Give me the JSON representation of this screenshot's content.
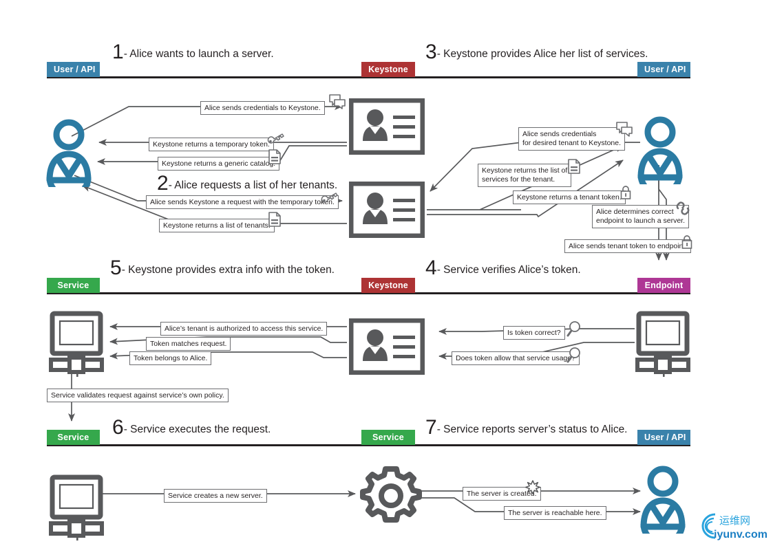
{
  "diagram": {
    "title": "OpenStack Keystone authentication flow",
    "colors": {
      "user_api": "#3a82ab",
      "keystone": "#ad3334",
      "service": "#35a84c",
      "endpoint": "#ae3795",
      "line": "#58595b",
      "text": "#231f20"
    }
  },
  "rows": [
    {
      "id": "row-1",
      "badges": [
        {
          "label": "User / API",
          "kind": "user"
        },
        {
          "label": "Keystone",
          "kind": "keystone"
        },
        {
          "label": "User / API",
          "kind": "user"
        }
      ],
      "steps": [
        {
          "num": "1",
          "text": "- Alice wants to launch a server."
        },
        {
          "num": "3",
          "text": "- Keystone provides Alice her list of services."
        },
        {
          "num": "2",
          "text": "- Alice requests a list of her tenants."
        }
      ],
      "messages": [
        {
          "text": "Alice sends credentials to Keystone.",
          "icon": "speech-bubbles-icon"
        },
        {
          "text": "Keystone returns a temporary token.",
          "icon": "key-icon"
        },
        {
          "text": "Keystone returns a generic catalog.",
          "icon": "document-icon"
        },
        {
          "text": "Alice sends Keystone a request with the temporary token.",
          "icon": "key-icon"
        },
        {
          "text": "Keystone returns a list of tenants.",
          "icon": "document-icon"
        },
        {
          "text": "Alice sends credentials",
          "text2": "for desired tenant to Keystone.",
          "icon": "speech-bubbles-icon"
        },
        {
          "text": "Keystone returns the list of",
          "text2": "services for the tenant.",
          "icon": "document-icon"
        },
        {
          "text": "Keystone returns a tenant token.",
          "icon": "lock-icon"
        },
        {
          "text": "Alice determines correct",
          "text2": "endpoint to launch a server.",
          "icon": "chain-link-icon"
        },
        {
          "text": "Alice sends tenant token to endpoint.",
          "icon": "lock-icon"
        }
      ]
    },
    {
      "id": "row-2",
      "badges": [
        {
          "label": "Service",
          "kind": "service"
        },
        {
          "label": "Keystone",
          "kind": "keystone"
        },
        {
          "label": "Endpoint",
          "kind": "endpoint"
        }
      ],
      "steps": [
        {
          "num": "5",
          "text": "- Keystone provides extra info with the token."
        },
        {
          "num": "4",
          "text": "- Service verifies Alice’s token."
        }
      ],
      "messages": [
        {
          "text": "Alice’s tenant is authorized to access this service."
        },
        {
          "text": "Token matches request."
        },
        {
          "text": "Token belongs to Alice."
        },
        {
          "text": "Service validates request against service’s own policy."
        },
        {
          "text": "Is token correct?",
          "icon": "magnifier-icon"
        },
        {
          "text": "Does token allow that service usage?",
          "icon": "magnifier-icon"
        }
      ]
    },
    {
      "id": "row-3",
      "badges": [
        {
          "label": "Service",
          "kind": "service"
        },
        {
          "label": "Service",
          "kind": "service"
        },
        {
          "label": "User / API",
          "kind": "user"
        }
      ],
      "steps": [
        {
          "num": "6",
          "text": "- Service executes the request."
        },
        {
          "num": "7",
          "text": "- Service reports server’s status to Alice."
        }
      ],
      "messages": [
        {
          "text": "Service creates a new server."
        },
        {
          "text": "The server is created.",
          "icon": "starburst-icon"
        },
        {
          "text": "The server is reachable here."
        }
      ]
    }
  ],
  "watermark": {
    "line1": "运维网",
    "line2": "iyunv.com"
  }
}
